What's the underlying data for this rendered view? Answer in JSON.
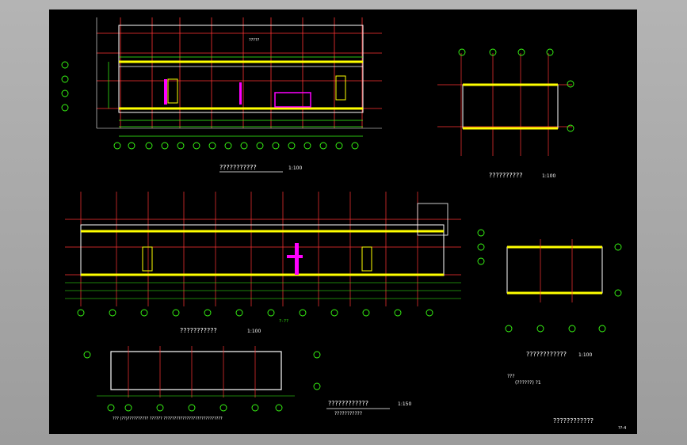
{
  "drawing": {
    "labels": {
      "plan1_title": "???????????",
      "plan1_scale": "1:100",
      "plan2_title": "??????????",
      "plan2_scale": "1:100",
      "plan3_title": "???????????",
      "plan3_scale": "1:100",
      "plan4_title": "????????????",
      "plan4_scale": "1:100",
      "plan5_title": "????????????",
      "plan5_scale": "1:150",
      "plan5_sub": "???????????",
      "note_line1": "???",
      "note_line2": "(??????) ?1",
      "bottom_note": "??? (??)?????????? ?????? ????????????????????????????",
      "sheet_title": "????????????",
      "sheet_number": "??-4",
      "room_label": "?????",
      "mark_label": "?-??"
    },
    "colors": {
      "wall": "#ffff00",
      "grid": "#ff3333",
      "dim": "#39ff14",
      "outline": "#ffffff",
      "accent": "#ff00ff",
      "cyan": "#00ffff"
    }
  }
}
